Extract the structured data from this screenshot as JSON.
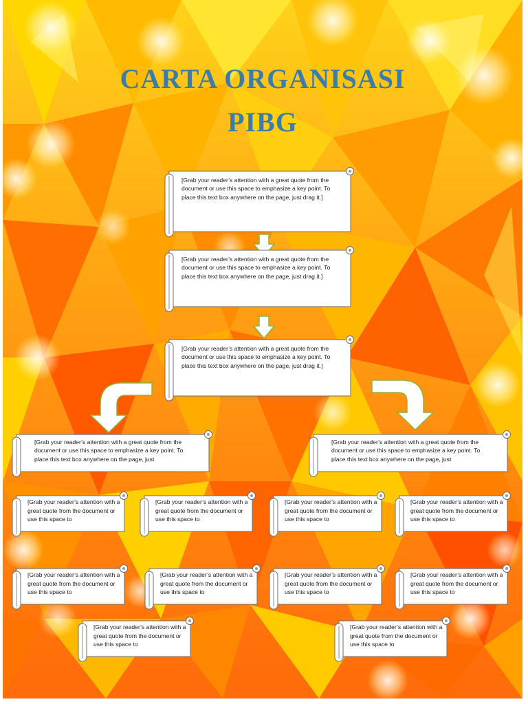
{
  "title_line1": "CARTA ORGANISASI",
  "title_line2": "PIBG",
  "colors": {
    "title": "#3b7ca9",
    "box_fill": "#ffffff",
    "box_stroke": "#6e6e6e",
    "arrow_fill": "#ffffff",
    "arrow_stroke": "#8fb33a"
  },
  "icons": [
    "down-arrow-icon",
    "curved-arrow-left-icon",
    "curved-arrow-right-icon"
  ],
  "boxes": {
    "main": [
      "[Grab your reader’s attention with a great quote from the document or use this space to emphasize a key point. To place this text box anywhere on the page, just drag it.]",
      "[Grab your reader’s attention with a great quote from the document or use this space to emphasize a key point. To place this text box anywhere on the page, just drag it.]",
      "[Grab your reader’s attention with a great quote from the document or use this space to emphasize a key point. To place this text box anywhere on the page, just drag it.]"
    ],
    "branch": [
      "[Grab your reader’s attention with a great quote from the document or use this space to emphasize a key point. To place this text box anywhere on the page, just",
      "[Grab your reader’s attention with a great quote from the document or use this space to emphasize a key point. To place this text box anywhere on the page, just"
    ],
    "small_row1": [
      "[Grab your reader’s attention with a great quote from the document or use this space to",
      "[Grab your reader’s attention with a great quote from the document or use this space to",
      "[Grab your reader’s attention with a great quote from the document or use this space to",
      "[Grab your reader’s attention with a great quote from the document or use this space to"
    ],
    "small_row2": [
      "[Grab your reader’s attention with a great quote from the document or use this space to",
      "[Grab your reader’s attention with a great quote from the document or use this space to",
      "[Grab your reader’s attention with a great quote from the document or use this space to",
      "[Grab your reader’s attention with a great quote from the document or use this space to"
    ],
    "small_row3": [
      "[Grab your reader’s attention with a great quote from the document or use this space to",
      "[Grab your reader’s attention with a great quote from the document or use this space to"
    ]
  }
}
